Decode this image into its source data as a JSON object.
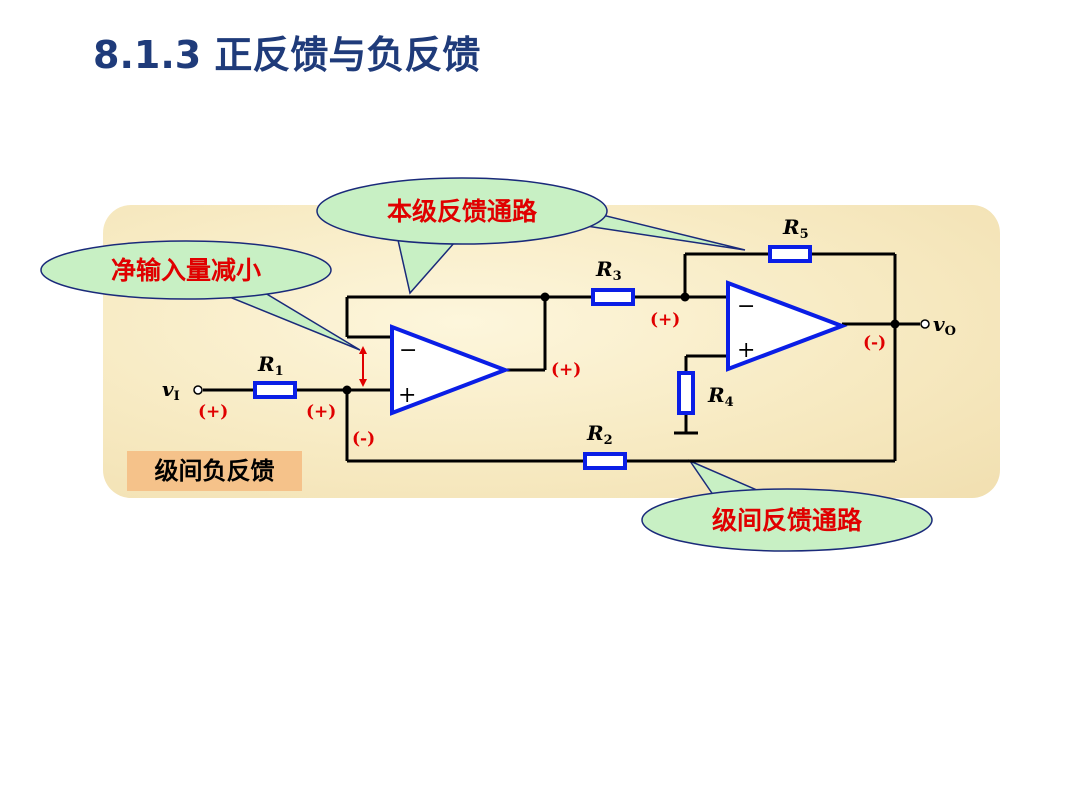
{
  "title": "8.1.3  正反馈与负反馈",
  "callouts": {
    "local_feedback_path": "本级反馈通路",
    "net_input_reduced": "净输入量减小",
    "interstage_feedback_path": "级间反馈通路"
  },
  "tag": "级间负反馈",
  "components": {
    "R1": {
      "main": "R",
      "sub": "1"
    },
    "R2": {
      "main": "R",
      "sub": "2"
    },
    "R3": {
      "main": "R",
      "sub": "3"
    },
    "R4": {
      "main": "R",
      "sub": "4"
    },
    "R5": {
      "main": "R",
      "sub": "5"
    }
  },
  "signals": {
    "vi": {
      "main": "v",
      "sub": "I"
    },
    "vo": {
      "main": "v",
      "sub": "O"
    }
  },
  "polarities": {
    "input": "(+)",
    "noninv_node": "(+)",
    "feedback_node": "(-)",
    "opamp1_out": "(+)",
    "opamp2_inv": "(+)",
    "output": "(-)"
  },
  "opamp_pins": {
    "minus": "−",
    "plus": "+"
  },
  "colors": {
    "title": "#1f3b7a",
    "polarity": "#e00000",
    "component_outline": "#0a1ee6",
    "callout_fill": "#c8f0c4",
    "tag_fill": "#f5c28a"
  }
}
